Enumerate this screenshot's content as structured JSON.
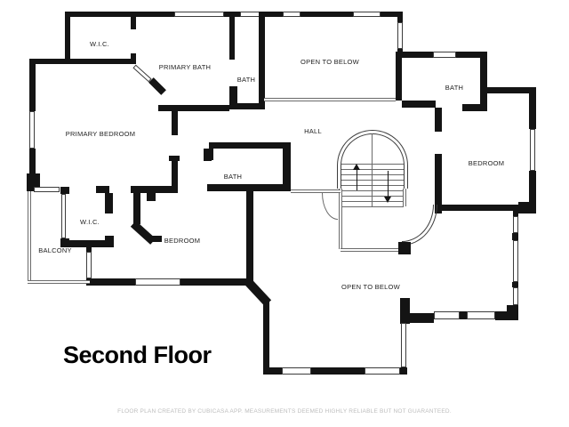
{
  "title": "Second Floor",
  "footer": "FLOOR PLAN CREATED BY CUBICASA APP. MEASUREMENTS DEEMED HIGHLY RELIABLE BUT NOT GUARANTEED.",
  "rooms": {
    "wic_upper": "W.I.C.",
    "primary_bath": "PRIMARY BATH",
    "bath_top": "BATH",
    "open_below_upper": "OPEN TO BELOW",
    "bath_right": "BATH",
    "primary_bedroom": "PRIMARY BEDROOM",
    "hall": "HALL",
    "bedroom_right": "BEDROOM",
    "bath_middle": "BATH",
    "wic_lower": "W.I.C.",
    "bedroom_lower": "BEDROOM",
    "balcony": "BALCONY",
    "open_below_lower": "OPEN TO BELOW"
  },
  "icons": {
    "stairs_up": "up-arrow",
    "stairs_down": "down-arrow"
  },
  "colors": {
    "wall": "#141414",
    "label": "#1e1e1e",
    "footer_text": "#bdbdbd",
    "background": "#ffffff"
  }
}
